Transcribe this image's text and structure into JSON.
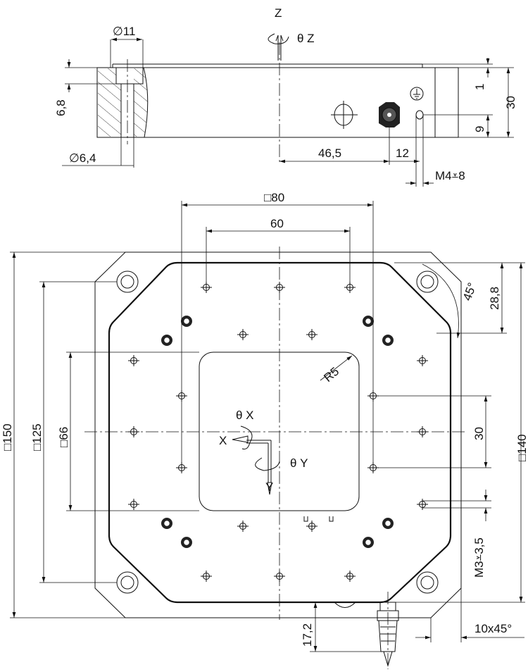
{
  "side_view": {
    "axis_z": "Z",
    "rot_z": "θ Z",
    "dim_counterbore": "∅11",
    "dim_depth": "6,8",
    "dim_hole": "∅6,4",
    "dim_offset": "46,5",
    "dim_pitch": "12",
    "dim_thread": "M4⩡8",
    "dim_step": "1",
    "dim_height": "30",
    "dim_center": "9"
  },
  "top_view": {
    "dim_square_80": "□80",
    "dim_60": "60",
    "dim_square_150": "□150",
    "dim_square_125": "□125",
    "dim_square_66": "□66",
    "dim_square_140": "□140",
    "dim_28_8": "28,8",
    "dim_45": "45°",
    "dim_r5": "R5",
    "dim_30": "30",
    "dim_m3": "M3⩡3,5",
    "dim_17_2": "17,2",
    "dim_chamfer": "10x45°",
    "axis_x": "X",
    "axis_y": "Y",
    "rot_x": "θ X",
    "rot_y": "θ Y"
  }
}
